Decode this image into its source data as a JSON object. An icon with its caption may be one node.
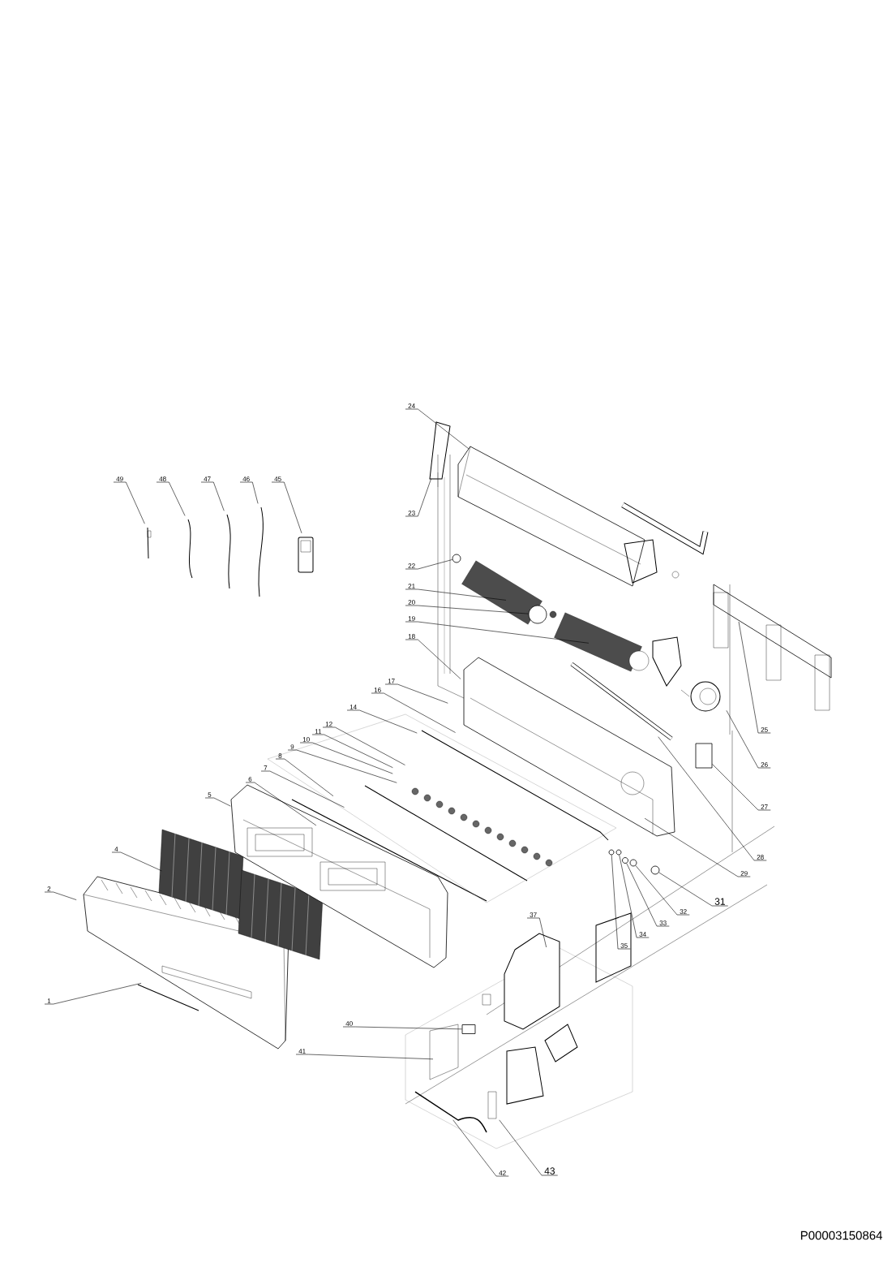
{
  "diagram": {
    "nodes": [
      {
        "text": [
          "1"
        ]
      },
      {
        "text": [
          "2"
        ]
      },
      {
        "text": [
          "4"
        ]
      },
      {
        "text": [
          "5"
        ]
      },
      {
        "text": [
          "6"
        ]
      },
      {
        "text": [
          "7"
        ]
      },
      {
        "text": [
          "8"
        ]
      },
      {
        "text": [
          "9"
        ]
      },
      {
        "text": [
          "10"
        ]
      },
      {
        "text": [
          "11"
        ]
      },
      {
        "text": [
          "12"
        ]
      },
      {
        "text": [
          "14"
        ]
      },
      {
        "text": [
          "16"
        ]
      },
      {
        "text": [
          "17"
        ]
      },
      {
        "text": [
          "18"
        ]
      },
      {
        "text": [
          "19"
        ]
      },
      {
        "text": [
          "20"
        ]
      },
      {
        "text": [
          "21"
        ]
      },
      {
        "text": [
          "22"
        ]
      },
      {
        "text": [
          "23"
        ]
      },
      {
        "text": [
          "24"
        ]
      },
      {
        "text": [
          "25"
        ]
      },
      {
        "text": [
          "26"
        ]
      },
      {
        "text": [
          "27"
        ]
      },
      {
        "text": [
          "28"
        ]
      },
      {
        "text": [
          "29"
        ]
      },
      {
        "text": [
          "31"
        ]
      },
      {
        "text": [
          "32"
        ]
      },
      {
        "text": [
          "33"
        ]
      },
      {
        "text": [
          "34"
        ]
      },
      {
        "text": [
          "35"
        ]
      },
      {
        "text": [
          "37"
        ]
      },
      {
        "text": [
          "40"
        ]
      },
      {
        "text": [
          "41"
        ]
      },
      {
        "text": [
          "42"
        ]
      },
      {
        "text": [
          "43"
        ]
      },
      {
        "text": [
          "45"
        ]
      },
      {
        "text": [
          "46"
        ]
      },
      {
        "text": [
          "47"
        ]
      },
      {
        "text": [
          "48"
        ]
      },
      {
        "text": [
          "49"
        ]
      },
      {
        "text": [],
        "shape": "circle"
      },
      {
        "text": [],
        "shape": "circle"
      },
      {
        "text": [],
        "shape": "box"
      },
      {
        "text": [],
        "shape": "circle"
      },
      {
        "text": [],
        "shape": "circle"
      },
      {
        "text": [],
        "shape": "circle"
      },
      {
        "text": [],
        "shape": "circle"
      },
      {
        "text": [],
        "shape": "circle"
      },
      {
        "text": [],
        "shape": "box"
      }
    ],
    "edges": [
      {
        "from": 0,
        "to": null,
        "arrow": "none"
      },
      {
        "from": 1,
        "to": null,
        "arrow": "none"
      },
      {
        "from": 2,
        "to": null,
        "arrow": "none"
      },
      {
        "from": 3,
        "to": null,
        "arrow": "none"
      },
      {
        "from": 4,
        "to": null,
        "arrow": "none"
      },
      {
        "from": 5,
        "to": null,
        "arrow": "none"
      },
      {
        "from": 6,
        "to": null,
        "arrow": "none"
      },
      {
        "from": 7,
        "to": null,
        "arrow": "none"
      },
      {
        "from": 8,
        "to": null,
        "arrow": "none"
      },
      {
        "from": 9,
        "to": null,
        "arrow": "none"
      },
      {
        "from": 10,
        "to": null,
        "arrow": "none"
      },
      {
        "from": 11,
        "to": null,
        "arrow": "none"
      },
      {
        "from": 12,
        "to": null,
        "arrow": "none"
      },
      {
        "from": 13,
        "to": null,
        "arrow": "none"
      },
      {
        "from": 14,
        "to": null,
        "arrow": "none"
      },
      {
        "from": 15,
        "to": null,
        "arrow": "none"
      },
      {
        "from": 16,
        "to": 41,
        "arrow": "none"
      },
      {
        "from": 17,
        "to": null,
        "arrow": "none"
      },
      {
        "from": 18,
        "to": 42,
        "arrow": "none"
      },
      {
        "from": 19,
        "to": null,
        "arrow": "none"
      },
      {
        "from": 20,
        "to": null,
        "arrow": "none"
      },
      {
        "from": 21,
        "to": null,
        "arrow": "none"
      },
      {
        "from": 22,
        "to": null,
        "arrow": "none"
      },
      {
        "from": 23,
        "to": 43,
        "arrow": "none"
      },
      {
        "from": 24,
        "to": null,
        "arrow": "none"
      },
      {
        "from": 25,
        "to": null,
        "arrow": "none"
      },
      {
        "from": 26,
        "to": 44,
        "arrow": "none"
      },
      {
        "from": 27,
        "to": 45,
        "arrow": "none"
      },
      {
        "from": 28,
        "to": 46,
        "arrow": "none"
      },
      {
        "from": 29,
        "to": 47,
        "arrow": "none"
      },
      {
        "from": 30,
        "to": 48,
        "arrow": "none"
      },
      {
        "from": 31,
        "to": null,
        "arrow": "none"
      },
      {
        "from": 32,
        "to": 49,
        "arrow": "none"
      },
      {
        "from": 33,
        "to": null,
        "arrow": "none"
      },
      {
        "from": 34,
        "to": null,
        "arrow": "none"
      },
      {
        "from": 35,
        "to": null,
        "arrow": "none"
      },
      {
        "from": 36,
        "to": null,
        "arrow": "none"
      },
      {
        "from": 37,
        "to": null,
        "arrow": "none"
      },
      {
        "from": 38,
        "to": null,
        "arrow": "none"
      },
      {
        "from": 39,
        "to": null,
        "arrow": "none"
      },
      {
        "from": 40,
        "to": null,
        "arrow": "none"
      }
    ],
    "labels": [
      "P00003150864"
    ]
  }
}
